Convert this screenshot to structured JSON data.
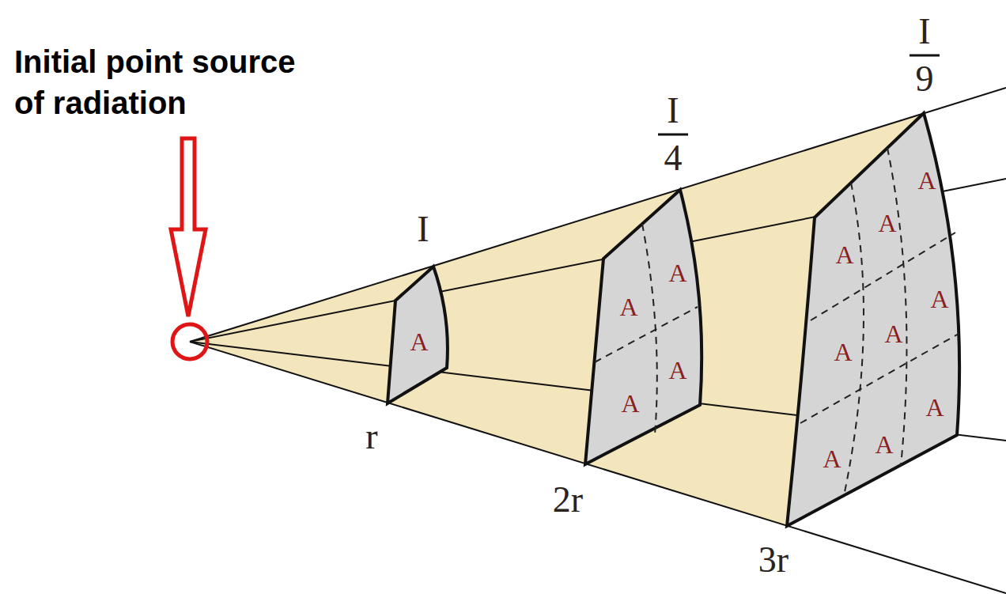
{
  "diagram": {
    "labels": [
      "Initial point source of radiation",
      "I",
      "I",
      "4",
      "I",
      "9",
      "r",
      "2r",
      "3r",
      "A",
      "A",
      "A",
      "A",
      "A",
      "A",
      "A",
      "A",
      "A",
      "A",
      "A",
      "A",
      "A",
      "A"
    ]
  }
}
